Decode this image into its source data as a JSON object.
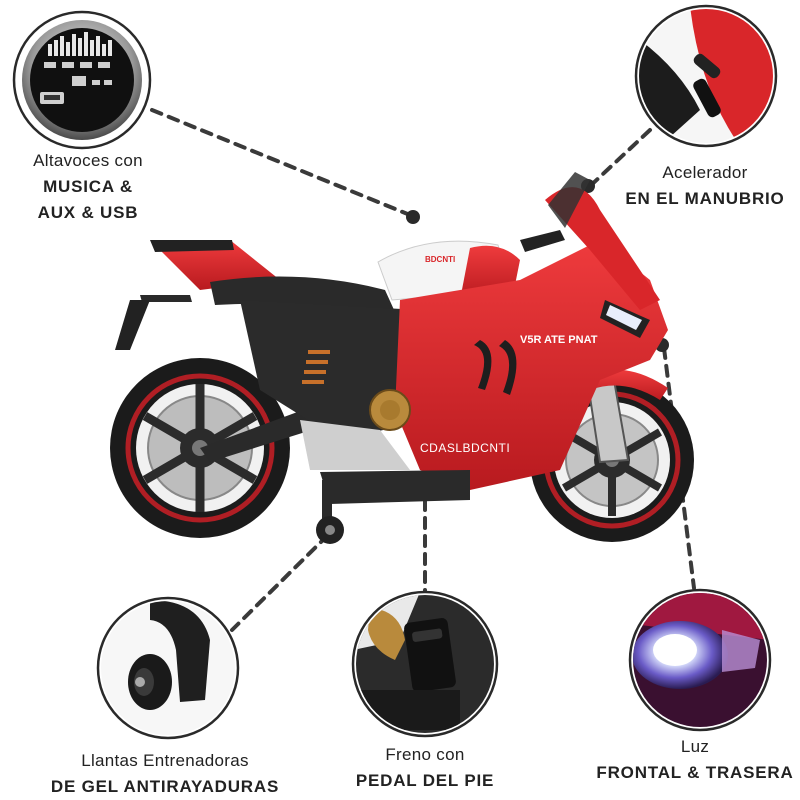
{
  "features": [
    {
      "id": "speakers",
      "line1": "Altavoces con",
      "line2": "MUSICA &",
      "line3": "AUX & USB"
    },
    {
      "id": "throttle",
      "line1": "Acelerador",
      "line2": "EN EL MANUBRIO"
    },
    {
      "id": "wheels",
      "line1": "Llantas Entrenadoras",
      "line2": "DE GEL ANTIRAYADURAS"
    },
    {
      "id": "brake",
      "line1": "Freno con",
      "line2": "PEDAL DEL PIE"
    },
    {
      "id": "light",
      "line1": "Luz",
      "line2": "FRONTAL & TRASERA"
    }
  ],
  "product": {
    "fairing_text": "V5R ATE PNAT",
    "side_text": "CDASLBDCNTI",
    "tank_text": "BDCNTI"
  },
  "colors": {
    "body_red": "#d9262a",
    "black": "#1e1e1e",
    "silver": "#c9c9c9",
    "dash": "#3a3a3a"
  },
  "icons": [
    "equalizer-icon",
    "usb-port-icon",
    "throttle-grip-icon",
    "training-wheel-icon",
    "brake-pedal-icon",
    "headlight-icon"
  ]
}
